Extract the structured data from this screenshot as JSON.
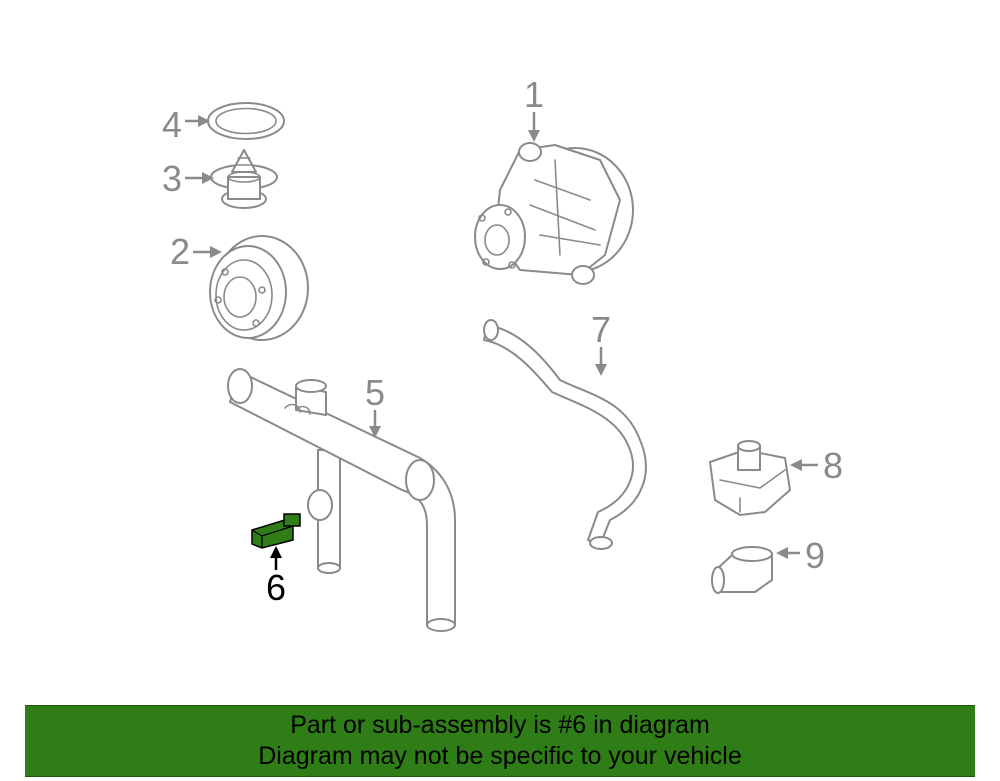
{
  "callouts": [
    {
      "number": "1"
    },
    {
      "number": "2"
    },
    {
      "number": "3"
    },
    {
      "number": "4"
    },
    {
      "number": "5"
    },
    {
      "number": "6"
    },
    {
      "number": "7"
    },
    {
      "number": "8"
    },
    {
      "number": "9"
    }
  ],
  "highlighted_part": "6",
  "colors": {
    "highlight": "#2e7d16",
    "line_art": "#8a8a8a",
    "banner_bg": "#2e7d16"
  },
  "banner": {
    "line1": "Part or sub-assembly is #6 in diagram",
    "line2": "Diagram may not be specific to your vehicle"
  }
}
